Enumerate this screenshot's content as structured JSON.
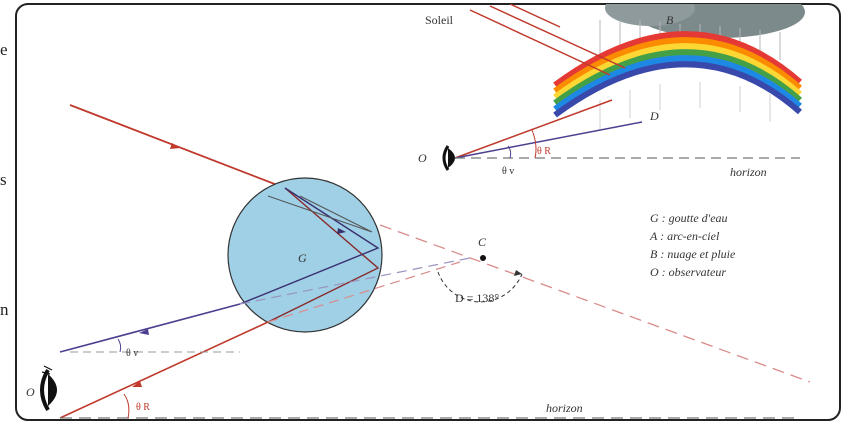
{
  "margin_letters": [
    "e",
    "s",
    "n"
  ],
  "inset": {
    "sun_label": "Soleil",
    "cloud_label": "B",
    "drop_label": "D",
    "observer_label": "O",
    "angle_label_red": "θ R",
    "angle_label_violet": "θ v",
    "horizon_label": "horizon"
  },
  "main": {
    "drop_label": "G",
    "center_label": "C",
    "deviation_label": "D = 138°",
    "observer_label": "O",
    "angle_label_violet": "θ v",
    "angle_label_red": "θ R",
    "horizon_label": "horizon"
  },
  "legend": {
    "items": [
      "G : goutte d'eau",
      "A : arc-en-ciel",
      "B : nuage et pluie",
      "O : observateur"
    ]
  },
  "colors": {
    "red_ray": "#c0392b",
    "violet_ray": "#4b3f8f",
    "drop_fill": "#9fd0e6",
    "cloud": "#7d8a8c",
    "frame": "#222222"
  }
}
